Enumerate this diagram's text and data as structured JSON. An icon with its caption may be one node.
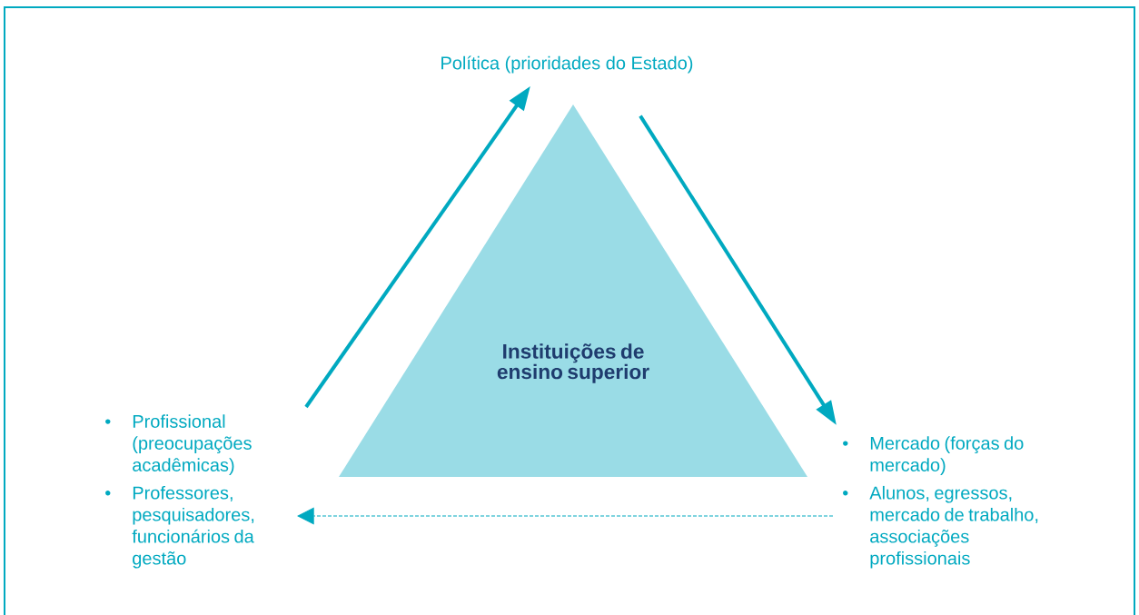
{
  "diagram": {
    "nodes": [
      {
        "text": [
          "Instituições de ensino superior"
        ]
      },
      {
        "text": [
          "Política (prioridades do Estado)"
        ]
      },
      {
        "text": [
          "Profissional (preocupações acadêmicas)",
          "Professores, pesquisadores, funcionários da gestão"
        ]
      },
      {
        "text": [
          "Mercado (forças do mercado)",
          "Alunos, egressos, mercado de trabalho, associações profissionais"
        ]
      }
    ],
    "edges": [
      {
        "from": 2,
        "to": 1,
        "arrow": "to"
      },
      {
        "from": 1,
        "to": 3,
        "arrow": "to"
      },
      {
        "from": 3,
        "to": 2,
        "arrow": "to",
        "style": "dashed"
      }
    ],
    "labels": [
      "•",
      "•",
      "•",
      "•"
    ]
  }
}
